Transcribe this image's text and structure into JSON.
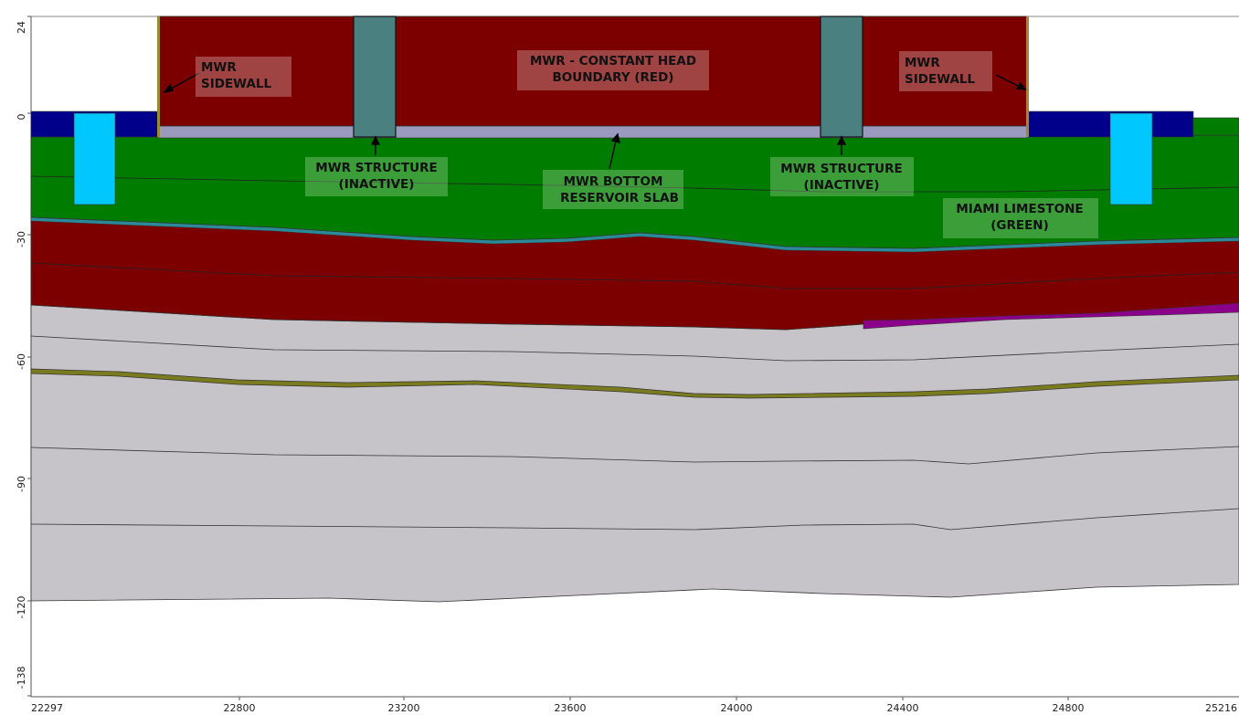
{
  "diagram": {
    "y_axis": {
      "min": -138,
      "max": 24,
      "ticks": [
        "24",
        "0",
        "-30",
        "-60",
        "-90",
        "-120",
        "-138"
      ]
    },
    "x_axis": {
      "min": 22297,
      "max": 25216,
      "ticks": [
        "22297",
        "22800",
        "23200",
        "23600",
        "24000",
        "24400",
        "24800",
        "25216"
      ]
    },
    "callouts": [
      {
        "id": "sidewall-left",
        "lines": [
          "MWR",
          "SIDEWALL"
        ]
      },
      {
        "id": "constant-head",
        "lines": [
          "MWR - CONSTANT HEAD",
          "BOUNDARY (RED)"
        ]
      },
      {
        "id": "sidewall-right",
        "lines": [
          "MWR",
          "SIDEWALL"
        ]
      },
      {
        "id": "structure-left",
        "lines": [
          "MWR STRUCTURE",
          "(INACTIVE)"
        ]
      },
      {
        "id": "bottom-slab",
        "lines": [
          "MWR BOTTOM",
          "RESERVOIR SLAB"
        ]
      },
      {
        "id": "structure-right",
        "lines": [
          "MWR STRUCTURE",
          "(INACTIVE)"
        ]
      },
      {
        "id": "miami-limestone",
        "lines": [
          "MIAMI LIMESTONE",
          "(GREEN)"
        ]
      }
    ],
    "colors": {
      "constant_head": "#7d0000",
      "structure": "#4a8080",
      "slab": "#9a9abf",
      "limestone": "#007c00",
      "navy": "#00008b",
      "cyan": "#00c8ff",
      "purple": "#8b008b",
      "grey_layers": "#c6c3c9",
      "olive": "#7a7a1e",
      "teal": "#2a8a9a"
    }
  }
}
